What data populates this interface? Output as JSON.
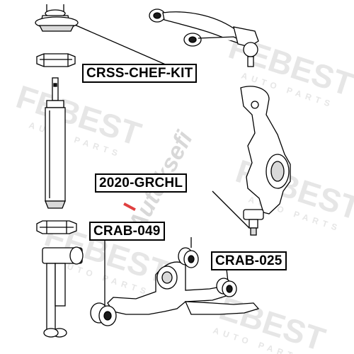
{
  "labels": {
    "crss": "CRSS-CHEF-KIT",
    "grchl": "2020-GRCHL",
    "crab049": "CRAB-049",
    "crab025": "CRAB-025"
  },
  "watermark": {
    "brand": "FEBEST",
    "tagline": "AUTO PARTS",
    "retailer": "Autoksefi"
  },
  "colors": {
    "line": "#000000",
    "part_fill": "#ffffff",
    "part_shade": "#d9d9d9",
    "dark_fill": "#1a1a1a",
    "watermark": "#e6e6e6",
    "retailer": "#d8d8d8",
    "retailer_accent": "#e04040"
  }
}
